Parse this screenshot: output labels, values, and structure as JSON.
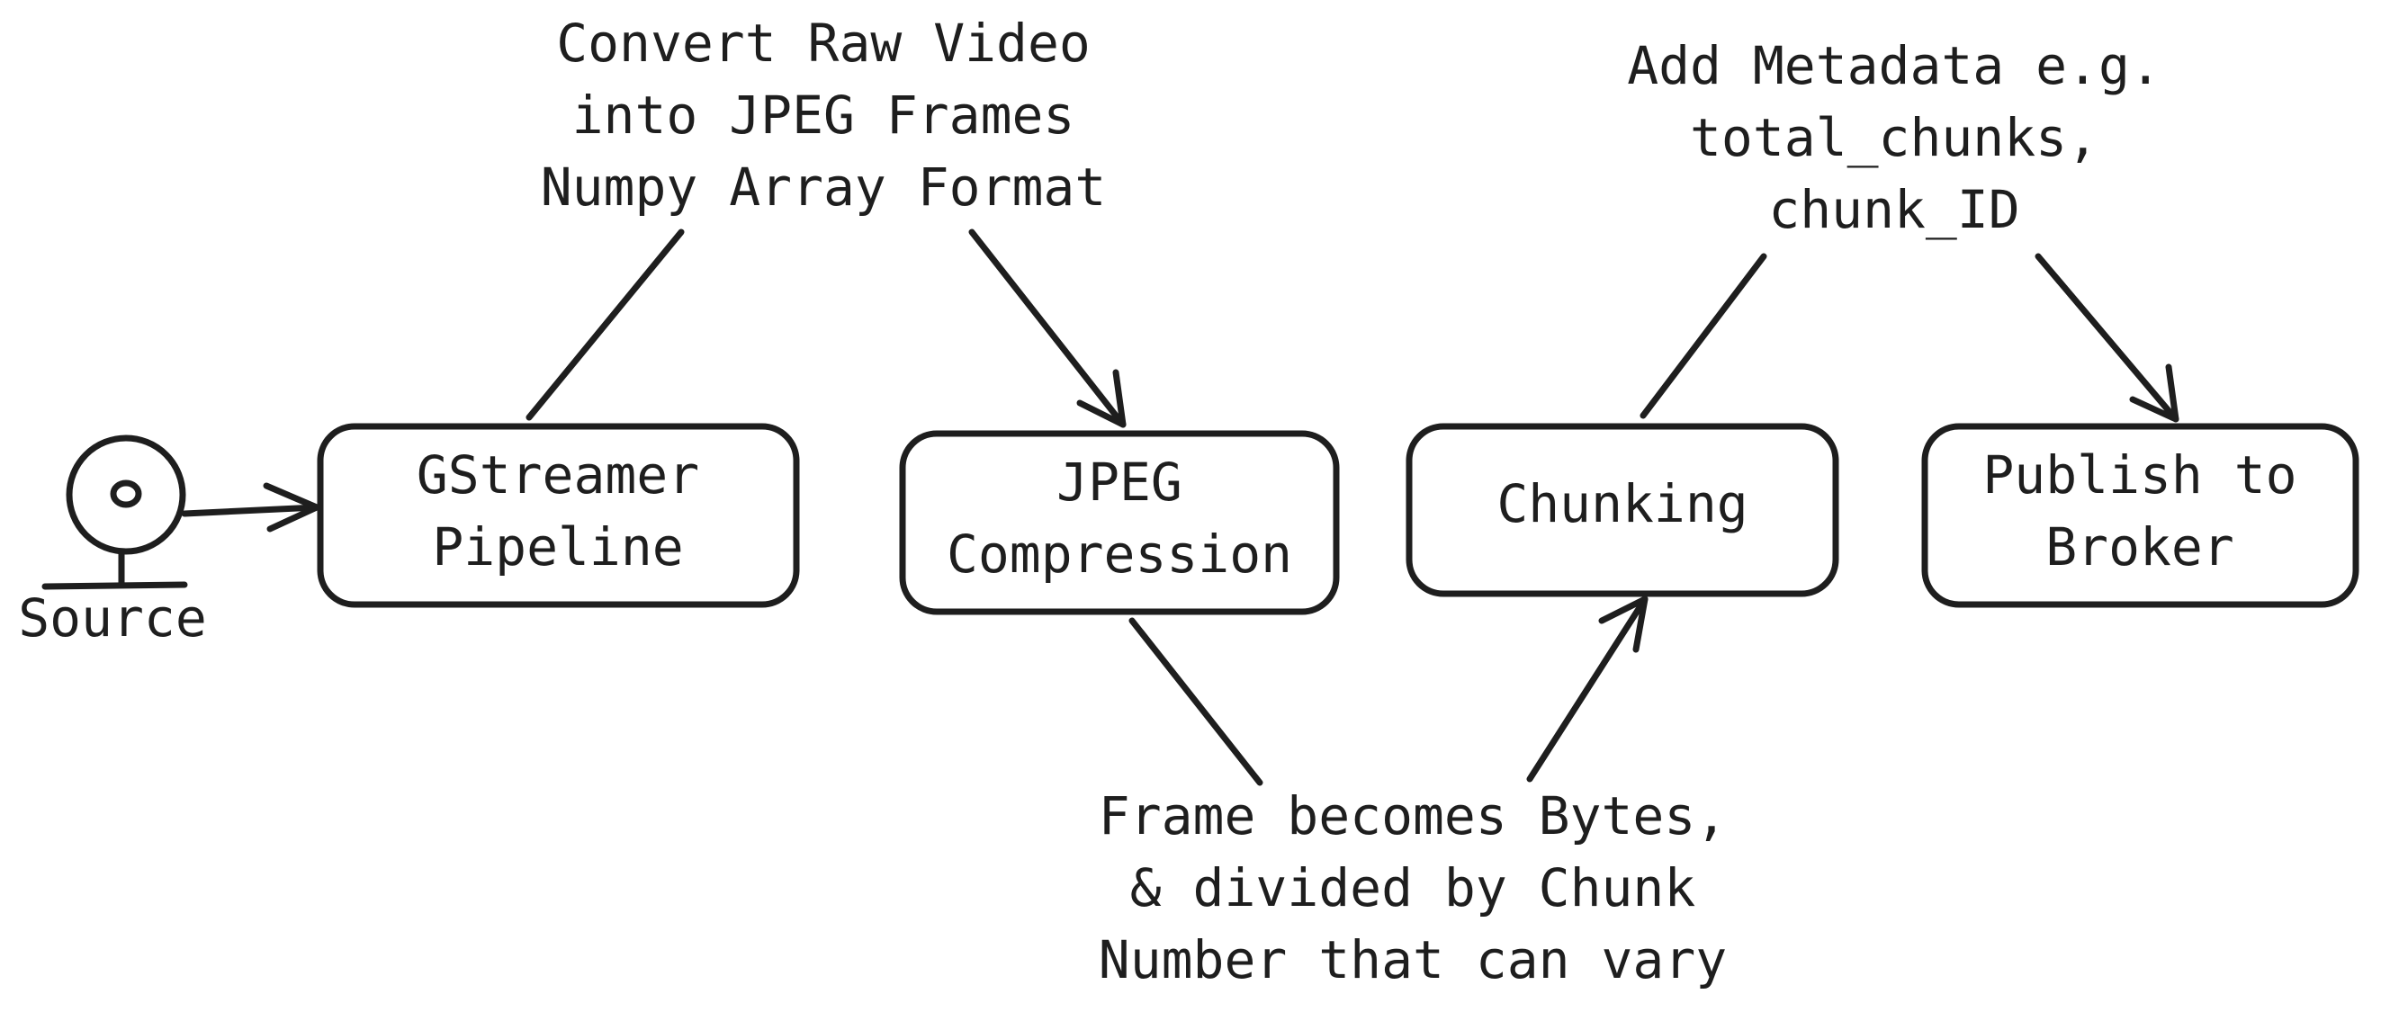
{
  "source": {
    "label": "Source",
    "icon": "webcam-icon"
  },
  "steps": [
    {
      "id": "gstreamer",
      "lines": [
        "GStreamer",
        "Pipeline"
      ]
    },
    {
      "id": "jpeg",
      "lines": [
        "JPEG",
        "Compression"
      ]
    },
    {
      "id": "chunking",
      "lines": [
        "Chunking"
      ]
    },
    {
      "id": "publish",
      "lines": [
        "Publish to",
        "Broker"
      ]
    }
  ],
  "annotations": {
    "convert": [
      "Convert Raw Video",
      "into JPEG Frames",
      "Numpy Array Format"
    ],
    "bytes": [
      "Frame becomes Bytes,",
      "& divided by Chunk",
      "Number that can vary"
    ],
    "metadata": [
      "Add Metadata e.g.",
      "total_chunks,",
      "chunk_ID"
    ]
  },
  "colors": {
    "stroke": "#1e1e1e",
    "background": "#ffffff"
  }
}
